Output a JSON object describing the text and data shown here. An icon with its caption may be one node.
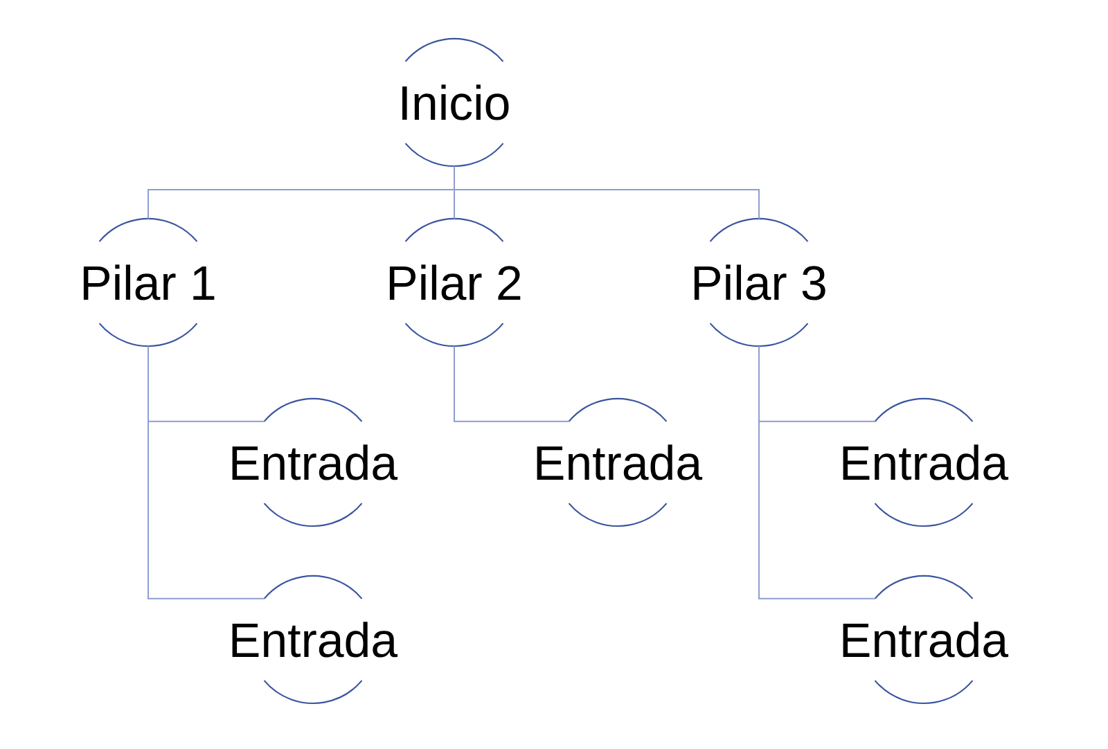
{
  "diagram": {
    "nodes": [
      {
        "text": [
          "Inicio"
        ]
      },
      {
        "text": [
          "Pilar 1"
        ]
      },
      {
        "text": [
          "Pilar 2"
        ]
      },
      {
        "text": [
          "Pilar 3"
        ]
      },
      {
        "text": [
          "Entrada"
        ]
      },
      {
        "text": [
          "Entrada"
        ]
      },
      {
        "text": [
          "Entrada"
        ]
      },
      {
        "text": [
          "Entrada"
        ]
      },
      {
        "text": [
          "Entrada"
        ]
      }
    ],
    "edges": [
      {
        "from": 0,
        "to": 1,
        "arrow": "none"
      },
      {
        "from": 0,
        "to": 2,
        "arrow": "none"
      },
      {
        "from": 0,
        "to": 3,
        "arrow": "none"
      },
      {
        "from": 1,
        "to": 4,
        "arrow": "none"
      },
      {
        "from": 1,
        "to": 7,
        "arrow": "none"
      },
      {
        "from": 2,
        "to": 5,
        "arrow": "none"
      },
      {
        "from": 3,
        "to": 6,
        "arrow": "none"
      },
      {
        "from": 3,
        "to": 8,
        "arrow": "none"
      }
    ]
  }
}
